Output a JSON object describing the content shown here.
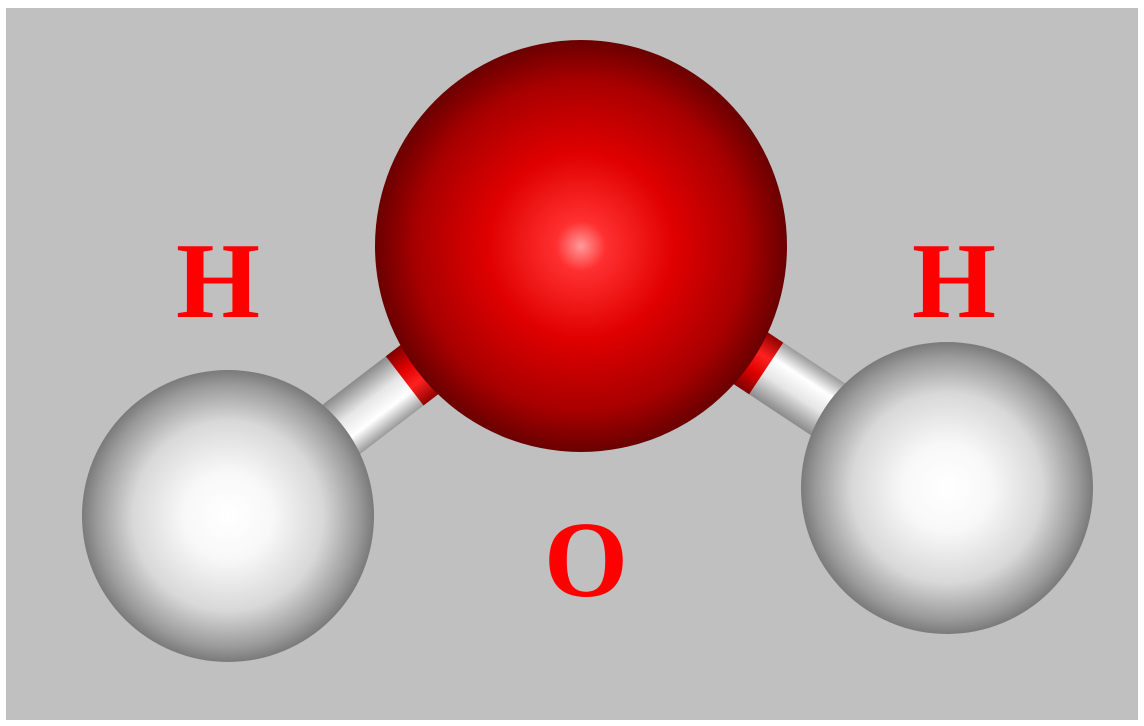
{
  "molecule": {
    "atoms": [
      {
        "id": "hydrogen-left",
        "element": "H",
        "label": "H"
      },
      {
        "id": "oxygen",
        "element": "O",
        "label": "O"
      },
      {
        "id": "hydrogen-right",
        "element": "H",
        "label": "H"
      }
    ],
    "bonds": [
      {
        "from": "oxygen",
        "to": "hydrogen-left"
      },
      {
        "from": "oxygen",
        "to": "hydrogen-right"
      }
    ]
  },
  "colors": {
    "background": "#c0c0c0",
    "frame": "#ffffff",
    "oxygen": "#e00000",
    "hydrogen": "#f4f4f4",
    "label": "#ff0000"
  }
}
